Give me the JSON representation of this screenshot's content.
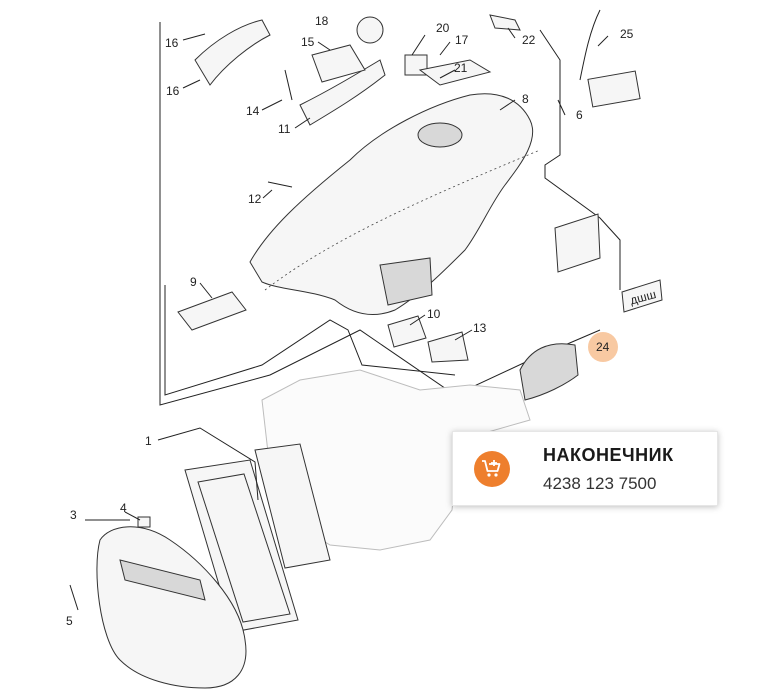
{
  "diagram": {
    "callouts": [
      "1",
      "3",
      "4",
      "5",
      "6",
      "8",
      "9",
      "10",
      "11",
      "12",
      "13",
      "14",
      "15",
      "16",
      "16",
      "17",
      "18",
      "20",
      "21",
      "22",
      "24",
      "25"
    ],
    "highlight": {
      "label": "24",
      "color": "#f8c9a2"
    },
    "decal_text": "дшш"
  },
  "popup": {
    "name": "НАКОНЕЧНИК",
    "part_number": "4238 123 7500",
    "cart_icon": "add-to-cart-icon",
    "accent_color": "#ee7f2d"
  }
}
